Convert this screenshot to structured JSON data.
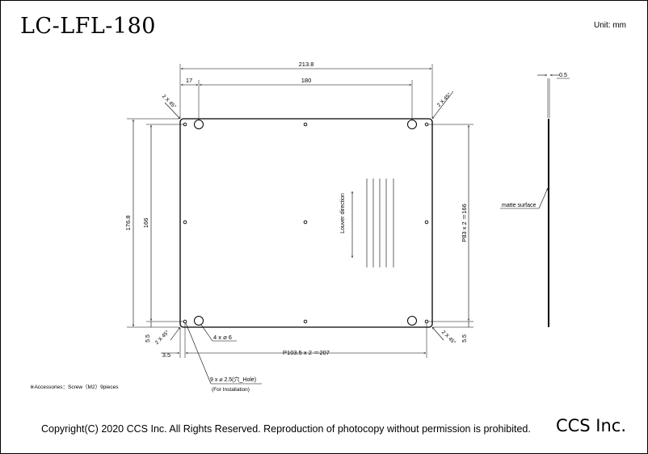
{
  "title": "LC-LFL-180",
  "unit_label": "Unit: mm",
  "dimensions": {
    "overall_width": "213.8",
    "hole_pitch_x": "180",
    "hole_offset": "17",
    "overall_height": "176.8",
    "hole_pitch_y": "166",
    "right_pitch": "P83 x 2 ＝166",
    "bottom_pitch": "P103.5 x 2 ＝207",
    "edge_left": "3.5",
    "edge_bottom_left": "5.5",
    "edge_bottom_right": "5.5",
    "thickness": "0.5"
  },
  "chamfers": {
    "top_left": "2 X 45°",
    "top_right": "2 X 45°",
    "bottom_left": "2 X 45°",
    "bottom_right": "2 X 45°"
  },
  "callouts": {
    "large_holes": "4 x ⌀ 6",
    "small_holes_line1": "9 x ⌀ 2.5(穴_Hole)",
    "small_holes_line2": "(For Installation)",
    "louver": "Louver direction",
    "side_surface": "matte surface"
  },
  "accessories": "※Accessories：Screw（M2）9pieces",
  "footer": {
    "copyright": "Copyright(C) 2020 CCS Inc. All Rights Reserved. Reproduction of photocopy without permission is prohibited.",
    "company": "CCS Inc."
  }
}
